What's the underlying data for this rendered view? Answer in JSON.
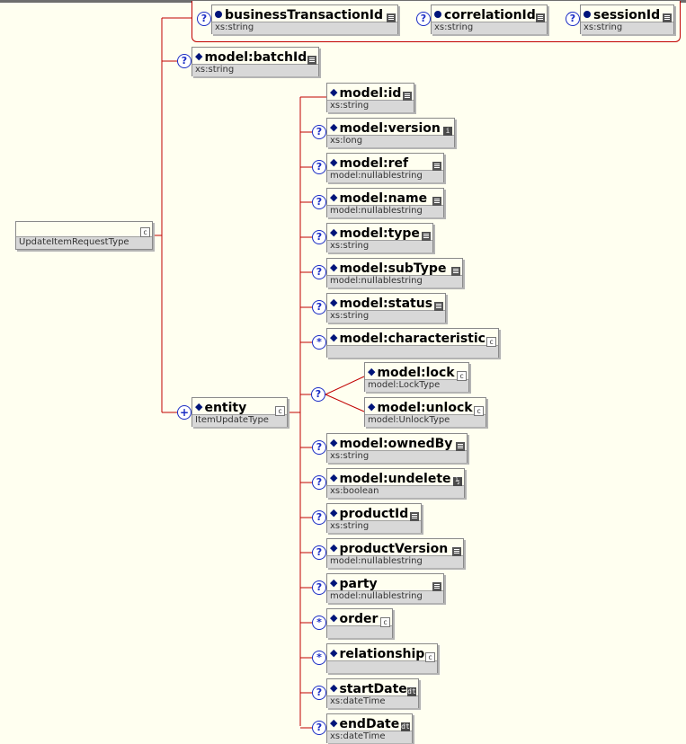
{
  "attributes": [
    {
      "name": "businessTransactionId",
      "type": "xs:string"
    },
    {
      "name": "correlationId",
      "type": "xs:string"
    },
    {
      "name": "sessionId",
      "type": "xs:string"
    }
  ],
  "root": {
    "type": "UpdateItemRequestType"
  },
  "batch": {
    "name": "model:batchId",
    "type": "xs:string"
  },
  "entity": {
    "name": "entity",
    "type": "ItemUpdateType"
  },
  "choice_items": [
    {
      "name": "model:lock",
      "type": "model:LockType"
    },
    {
      "name": "model:unlock",
      "type": "model:UnlockType"
    }
  ],
  "elements": [
    {
      "name": "model:id",
      "type": "xs:string",
      "badge": "lines",
      "card": ""
    },
    {
      "name": "model:version",
      "type": "xs:long",
      "badge": "i",
      "card": "?"
    },
    {
      "name": "model:ref",
      "type": "model:nullablestring",
      "badge": "lines",
      "card": "?"
    },
    {
      "name": "model:name",
      "type": "model:nullablestring",
      "badge": "lines",
      "card": "?"
    },
    {
      "name": "model:type",
      "type": "xs:string",
      "badge": "lines",
      "card": "?"
    },
    {
      "name": "model:subType",
      "type": "model:nullablestring",
      "badge": "lines",
      "card": "?"
    },
    {
      "name": "model:status",
      "type": "xs:string",
      "badge": "lines",
      "card": "?"
    },
    {
      "name": "model:characteristic",
      "type": "",
      "badge": "c",
      "card": "*"
    },
    {
      "name": "model:ownedBy",
      "type": "xs:string",
      "badge": "lines",
      "card": "?"
    },
    {
      "name": "model:undelete",
      "type": "xs:boolean",
      "badge": "½",
      "card": "?"
    },
    {
      "name": "productId",
      "type": "xs:string",
      "badge": "lines",
      "card": "?"
    },
    {
      "name": "productVersion",
      "type": "model:nullablestring",
      "badge": "lines",
      "card": "?"
    },
    {
      "name": "party",
      "type": "model:nullablestring",
      "badge": "lines",
      "card": "?"
    },
    {
      "name": "order",
      "type": "",
      "badge": "c",
      "card": "*"
    },
    {
      "name": "relationship",
      "type": "",
      "badge": "c",
      "card": "*"
    },
    {
      "name": "startDate",
      "type": "xs:dateTime",
      "badge": "dt",
      "card": "?"
    },
    {
      "name": "endDate",
      "type": "xs:dateTime",
      "badge": "dt",
      "card": "?"
    }
  ],
  "cardinality": {
    "optional": "?",
    "many": "*",
    "sequence": "+"
  },
  "colors": {
    "connector": "#c00000",
    "diamond": "#00157a",
    "cardinality": "#1a2cc4",
    "background": "#fffff0"
  }
}
